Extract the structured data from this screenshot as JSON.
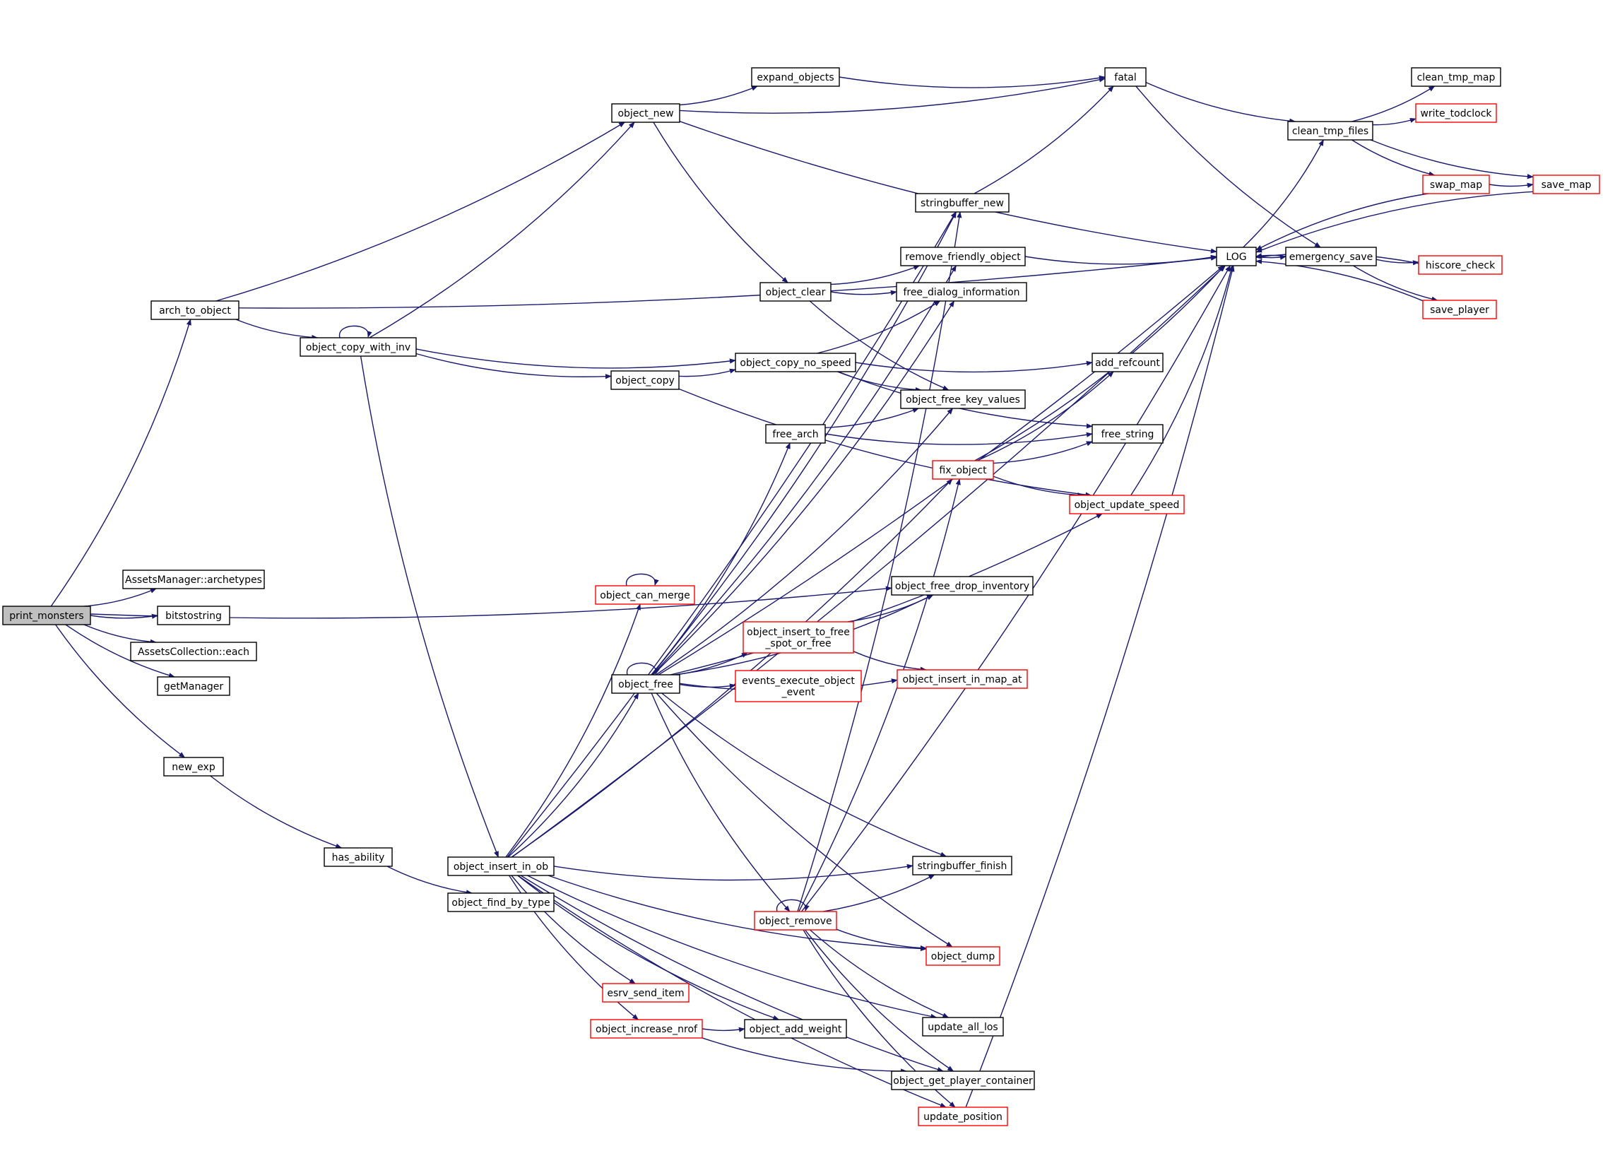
{
  "diagram": {
    "type": "call-graph",
    "root": "print_monsters",
    "colors": {
      "edge": "#191970",
      "normal_border": "#000000",
      "truncated_border": "#ff0000",
      "root_fill": "#bfbfbf"
    },
    "nodes": [
      {
        "id": "print_monsters",
        "label": "print_monsters"
      },
      {
        "id": "arch_to_object",
        "label": "arch_to_object"
      },
      {
        "id": "archetypes",
        "label": "AssetsManager::archetypes"
      },
      {
        "id": "bitstostring",
        "label": "bitstostring"
      },
      {
        "id": "each",
        "label": "AssetsCollection::each"
      },
      {
        "id": "getManager",
        "label": "getManager"
      },
      {
        "id": "new_exp",
        "label": "new_exp"
      },
      {
        "id": "has_ability",
        "label": "has_ability"
      },
      {
        "id": "object_copy_with_inv",
        "label": "object_copy_with_inv"
      },
      {
        "id": "object_insert_in_ob",
        "label": "object_insert_in_ob"
      },
      {
        "id": "object_find_by_type",
        "label": "object_find_by_type"
      },
      {
        "id": "object_new",
        "label": "object_new"
      },
      {
        "id": "object_copy",
        "label": "object_copy"
      },
      {
        "id": "object_can_merge",
        "label": "object_can_merge",
        "truncated": true
      },
      {
        "id": "object_free",
        "label": "object_free"
      },
      {
        "id": "esrv_send_item",
        "label": "esrv_send_item",
        "truncated": true
      },
      {
        "id": "object_increase_nrof",
        "label": "object_increase_nrof",
        "truncated": true
      },
      {
        "id": "expand_objects",
        "label": "expand_objects"
      },
      {
        "id": "object_clear",
        "label": "object_clear"
      },
      {
        "id": "object_copy_no_speed",
        "label": "object_copy_no_speed"
      },
      {
        "id": "free_arch",
        "label": "free_arch"
      },
      {
        "id": "object_insert_to_free_spot_or_free",
        "label": "object_insert_to_free\n_spot_or_free",
        "truncated": true
      },
      {
        "id": "events_execute_object_event",
        "label": "events_execute_object\n_event",
        "truncated": true
      },
      {
        "id": "object_remove",
        "label": "object_remove",
        "truncated": true
      },
      {
        "id": "object_add_weight",
        "label": "object_add_weight"
      },
      {
        "id": "fatal",
        "label": "fatal"
      },
      {
        "id": "stringbuffer_new",
        "label": "stringbuffer_new"
      },
      {
        "id": "remove_friendly_object",
        "label": "remove_friendly_object"
      },
      {
        "id": "free_dialog_information",
        "label": "free_dialog_information"
      },
      {
        "id": "object_free_key_values",
        "label": "object_free_key_values"
      },
      {
        "id": "fix_object",
        "label": "fix_object",
        "truncated": true
      },
      {
        "id": "object_free_drop_inventory",
        "label": "object_free_drop_inventory"
      },
      {
        "id": "object_insert_in_map_at",
        "label": "object_insert_in_map_at",
        "truncated": true
      },
      {
        "id": "stringbuffer_finish",
        "label": "stringbuffer_finish"
      },
      {
        "id": "object_dump",
        "label": "object_dump",
        "truncated": true
      },
      {
        "id": "update_all_los",
        "label": "update_all_los"
      },
      {
        "id": "object_get_player_container",
        "label": "object_get_player_container"
      },
      {
        "id": "update_position",
        "label": "update_position",
        "truncated": true
      },
      {
        "id": "add_refcount",
        "label": "add_refcount"
      },
      {
        "id": "free_string",
        "label": "free_string"
      },
      {
        "id": "object_update_speed",
        "label": "object_update_speed",
        "truncated": true
      },
      {
        "id": "LOG",
        "label": "LOG"
      },
      {
        "id": "clean_tmp_files",
        "label": "clean_tmp_files"
      },
      {
        "id": "emergency_save",
        "label": "emergency_save"
      },
      {
        "id": "clean_tmp_map",
        "label": "clean_tmp_map"
      },
      {
        "id": "write_todclock",
        "label": "write_todclock",
        "truncated": true
      },
      {
        "id": "swap_map",
        "label": "swap_map",
        "truncated": true
      },
      {
        "id": "save_map",
        "label": "save_map",
        "truncated": true
      },
      {
        "id": "hiscore_check",
        "label": "hiscore_check",
        "truncated": true
      },
      {
        "id": "save_player",
        "label": "save_player",
        "truncated": true
      }
    ],
    "edges": [
      {
        "from": "print_monsters",
        "to": "arch_to_object"
      },
      {
        "from": "print_monsters",
        "to": "archetypes"
      },
      {
        "from": "print_monsters",
        "to": "bitstostring"
      },
      {
        "from": "print_monsters",
        "to": "each"
      },
      {
        "from": "print_monsters",
        "to": "getManager"
      },
      {
        "from": "print_monsters",
        "to": "new_exp"
      },
      {
        "from": "print_monsters",
        "to": "object_free_drop_inventory"
      },
      {
        "from": "arch_to_object",
        "to": "LOG"
      },
      {
        "from": "arch_to_object",
        "to": "object_new"
      },
      {
        "from": "arch_to_object",
        "to": "object_copy_with_inv"
      },
      {
        "from": "new_exp",
        "to": "has_ability"
      },
      {
        "from": "has_ability",
        "to": "object_find_by_type"
      },
      {
        "from": "object_copy_with_inv",
        "to": "object_copy_with_inv"
      },
      {
        "from": "object_copy_with_inv",
        "to": "object_new"
      },
      {
        "from": "object_copy_with_inv",
        "to": "object_copy_no_speed"
      },
      {
        "from": "object_copy_with_inv",
        "to": "object_copy"
      },
      {
        "from": "object_copy_with_inv",
        "to": "object_insert_in_ob"
      },
      {
        "from": "object_new",
        "to": "fatal"
      },
      {
        "from": "object_new",
        "to": "expand_objects"
      },
      {
        "from": "object_new",
        "to": "LOG"
      },
      {
        "from": "object_new",
        "to": "object_clear"
      },
      {
        "from": "expand_objects",
        "to": "fatal"
      },
      {
        "from": "object_copy",
        "to": "object_copy_no_speed"
      },
      {
        "from": "object_copy",
        "to": "object_update_speed"
      },
      {
        "from": "object_clear",
        "to": "remove_friendly_object"
      },
      {
        "from": "object_clear",
        "to": "free_dialog_information"
      },
      {
        "from": "object_clear",
        "to": "object_free_key_values"
      },
      {
        "from": "object_copy_no_speed",
        "to": "add_refcount"
      },
      {
        "from": "object_copy_no_speed",
        "to": "free_dialog_information"
      },
      {
        "from": "object_copy_no_speed",
        "to": "object_free_key_values"
      },
      {
        "from": "object_copy_no_speed",
        "to": "free_string"
      },
      {
        "from": "free_arch",
        "to": "object_free_key_values"
      },
      {
        "from": "free_arch",
        "to": "free_string"
      },
      {
        "from": "object_insert_in_ob",
        "to": "LOG"
      },
      {
        "from": "object_insert_in_ob",
        "to": "stringbuffer_new"
      },
      {
        "from": "object_insert_in_ob",
        "to": "object_can_merge"
      },
      {
        "from": "object_insert_in_ob",
        "to": "object_free"
      },
      {
        "from": "object_insert_in_ob",
        "to": "fix_object"
      },
      {
        "from": "object_insert_in_ob",
        "to": "stringbuffer_finish"
      },
      {
        "from": "object_insert_in_ob",
        "to": "esrv_send_item"
      },
      {
        "from": "object_insert_in_ob",
        "to": "object_increase_nrof"
      },
      {
        "from": "object_insert_in_ob",
        "to": "object_add_weight"
      },
      {
        "from": "object_insert_in_ob",
        "to": "object_dump"
      },
      {
        "from": "object_insert_in_ob",
        "to": "update_all_los"
      },
      {
        "from": "object_insert_in_ob",
        "to": "object_get_player_container"
      },
      {
        "from": "object_insert_in_ob",
        "to": "update_position"
      },
      {
        "from": "object_can_merge",
        "to": "object_can_merge"
      },
      {
        "from": "object_increase_nrof",
        "to": "object_add_weight"
      },
      {
        "from": "object_increase_nrof",
        "to": "object_get_player_container"
      },
      {
        "from": "object_free",
        "to": "object_free"
      },
      {
        "from": "object_free",
        "to": "stringbuffer_new"
      },
      {
        "from": "object_free",
        "to": "remove_friendly_object"
      },
      {
        "from": "object_free",
        "to": "free_dialog_information"
      },
      {
        "from": "object_free",
        "to": "object_free_key_values"
      },
      {
        "from": "object_free",
        "to": "free_arch"
      },
      {
        "from": "object_free",
        "to": "object_free_drop_inventory"
      },
      {
        "from": "object_free",
        "to": "object_insert_to_free_spot_or_free"
      },
      {
        "from": "object_free",
        "to": "events_execute_object_event"
      },
      {
        "from": "object_free",
        "to": "object_insert_in_map_at"
      },
      {
        "from": "object_free",
        "to": "object_update_speed"
      },
      {
        "from": "object_free",
        "to": "LOG"
      },
      {
        "from": "object_free",
        "to": "stringbuffer_finish"
      },
      {
        "from": "object_free",
        "to": "object_remove"
      },
      {
        "from": "object_free",
        "to": "object_dump"
      },
      {
        "from": "object_insert_to_free_spot_or_free",
        "to": "object_free_drop_inventory"
      },
      {
        "from": "object_insert_to_free_spot_or_free",
        "to": "object_insert_in_map_at"
      },
      {
        "from": "object_remove",
        "to": "object_remove"
      },
      {
        "from": "object_remove",
        "to": "stringbuffer_new"
      },
      {
        "from": "object_remove",
        "to": "fix_object"
      },
      {
        "from": "object_remove",
        "to": "stringbuffer_finish"
      },
      {
        "from": "object_remove",
        "to": "LOG"
      },
      {
        "from": "object_remove",
        "to": "object_dump"
      },
      {
        "from": "object_remove",
        "to": "update_all_los"
      },
      {
        "from": "object_remove",
        "to": "object_get_player_container"
      },
      {
        "from": "object_remove",
        "to": "update_position"
      },
      {
        "from": "stringbuffer_new",
        "to": "fatal"
      },
      {
        "from": "remove_friendly_object",
        "to": "LOG"
      },
      {
        "from": "fix_object",
        "to": "add_refcount"
      },
      {
        "from": "fix_object",
        "to": "free_string"
      },
      {
        "from": "fix_object",
        "to": "object_update_speed"
      },
      {
        "from": "fix_object",
        "to": "LOG"
      },
      {
        "from": "object_update_speed",
        "to": "LOG"
      },
      {
        "from": "update_position",
        "to": "LOG"
      },
      {
        "from": "fatal",
        "to": "clean_tmp_files"
      },
      {
        "from": "fatal",
        "to": "emergency_save"
      },
      {
        "from": "LOG",
        "to": "clean_tmp_files"
      },
      {
        "from": "LOG",
        "to": "emergency_save"
      },
      {
        "from": "clean_tmp_files",
        "to": "clean_tmp_map"
      },
      {
        "from": "clean_tmp_files",
        "to": "write_todclock"
      },
      {
        "from": "clean_tmp_files",
        "to": "swap_map"
      },
      {
        "from": "clean_tmp_files",
        "to": "save_map"
      },
      {
        "from": "swap_map",
        "to": "save_map"
      },
      {
        "from": "swap_map",
        "to": "LOG"
      },
      {
        "from": "save_map",
        "to": "LOG"
      },
      {
        "from": "emergency_save",
        "to": "LOG"
      },
      {
        "from": "emergency_save",
        "to": "hiscore_check"
      },
      {
        "from": "emergency_save",
        "to": "save_player"
      },
      {
        "from": "hiscore_check",
        "to": "LOG"
      },
      {
        "from": "save_player",
        "to": "LOG"
      }
    ]
  }
}
